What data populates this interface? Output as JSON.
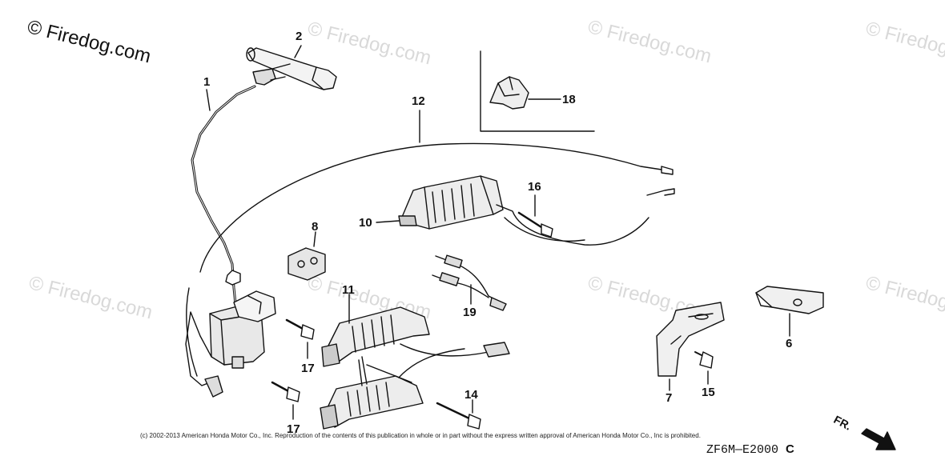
{
  "watermark": {
    "main_text": "© Firedog.com",
    "faint_text": "© Firedog.com"
  },
  "callouts": [
    "1",
    "2",
    "6",
    "7",
    "8",
    "10",
    "11",
    "12",
    "14",
    "15",
    "16",
    "17",
    "17",
    "18",
    "19"
  ],
  "parts": {
    "p1": "1",
    "p2": "2",
    "p6": "6",
    "p7": "7",
    "p8": "8",
    "p10": "10",
    "p11": "11",
    "p12": "12",
    "p14": "14",
    "p15": "15",
    "p16": "16",
    "p17a": "17",
    "p17b": "17",
    "p18": "18",
    "p19": "19"
  },
  "footer": {
    "copyright": "(c) 2002-2013 American Honda Motor Co., Inc. Reproduction of the contents of this publication in whole or in part without the express written approval of American Honda Motor Co., Inc is prohibited.",
    "diagram_code": "ZF6M—E2000",
    "diagram_code_suffix": "C",
    "direction_label": "FR."
  }
}
